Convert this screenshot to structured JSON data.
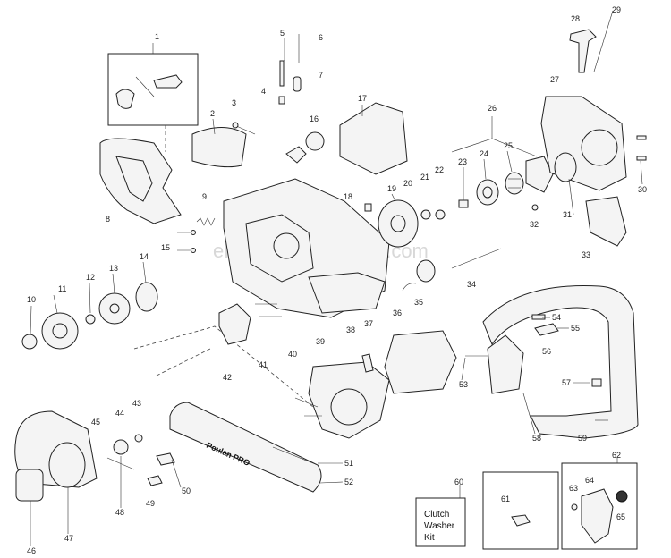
{
  "watermark": "eReplacementParts.com",
  "bar_brand": "Poulan PRO",
  "kit_box": [
    "Clutch",
    "Washer",
    "Kit"
  ],
  "part_numbers": [
    "1",
    "2",
    "3",
    "4",
    "5",
    "6",
    "7",
    "8",
    "9",
    "10",
    "11",
    "12",
    "13",
    "14",
    "15",
    "16",
    "17",
    "18",
    "19",
    "20",
    "21",
    "22",
    "23",
    "24",
    "25",
    "26",
    "27",
    "28",
    "29",
    "30",
    "31",
    "32",
    "33",
    "34",
    "35",
    "36",
    "37",
    "38",
    "39",
    "40",
    "41",
    "42",
    "43",
    "44",
    "45",
    "46",
    "47",
    "48",
    "49",
    "50",
    "51",
    "52",
    "53",
    "54",
    "55",
    "56",
    "57",
    "58",
    "59",
    "60",
    "61",
    "62",
    "63",
    "64",
    "65"
  ]
}
